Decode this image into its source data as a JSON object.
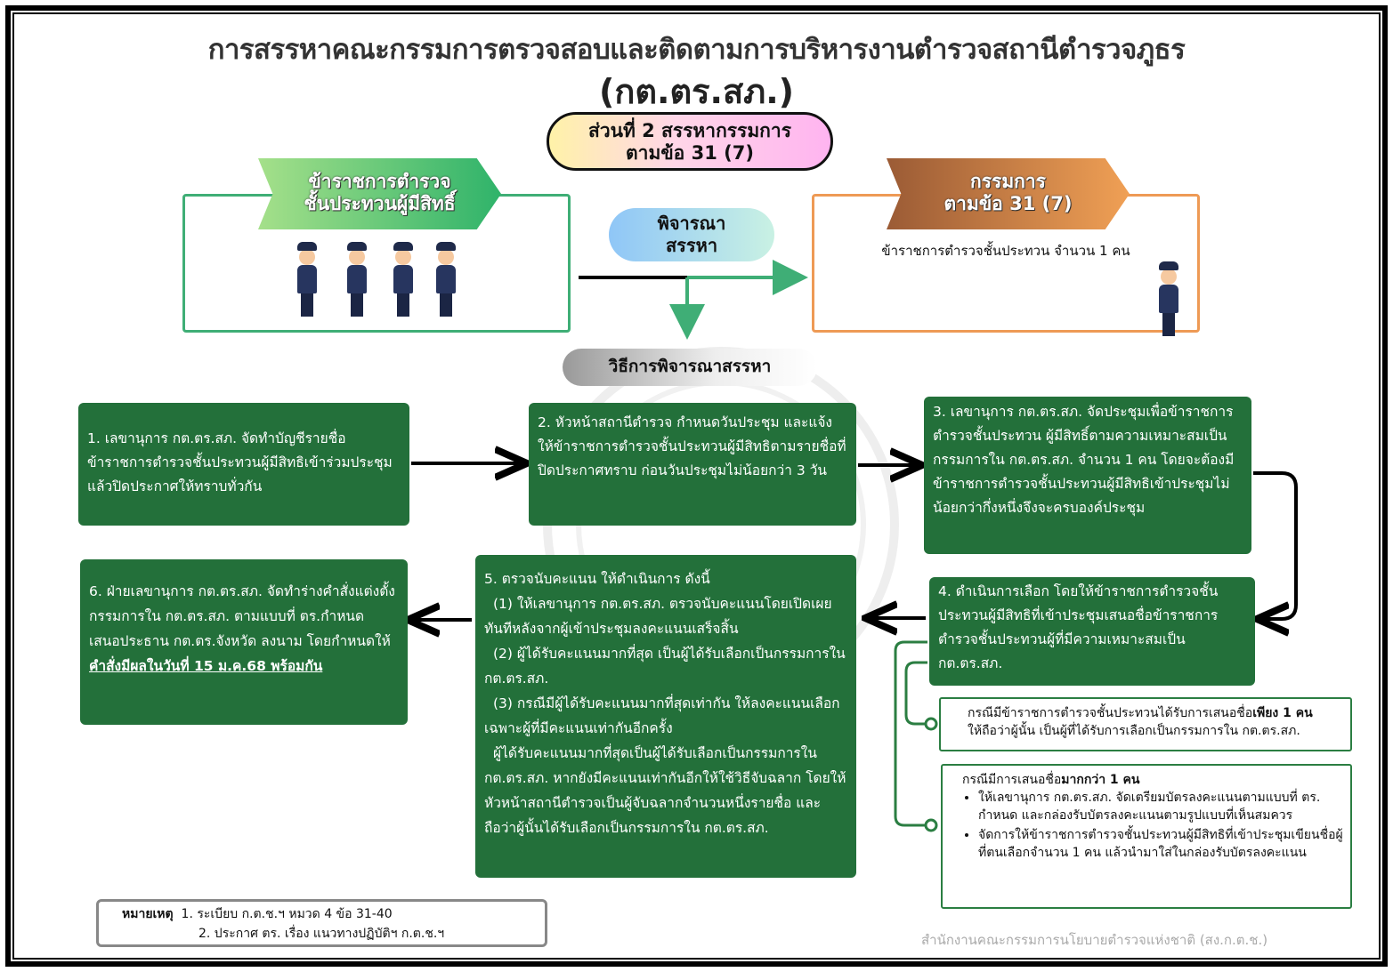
{
  "title": {
    "line1": "การสรรหาคณะกรรมการตรวจสอบและติดตามการบริหารงานตำรวจสถานีตำรวจภูธร",
    "line2": "(กต.ตร.สภ.)"
  },
  "part": {
    "line1": "ส่วนที่ 2 สรรหากรรมการ",
    "line2": "ตามข้อ 31 (7)"
  },
  "left_ribbon": {
    "line1": "ข้าราชการตำรวจ",
    "line2": "ชั้นประทวนผู้มีสิทธิ์"
  },
  "right_ribbon": {
    "line1": "กรรมการ",
    "line2": "ตามข้อ 31 (7)"
  },
  "right_box_text": "ข้าราชการตำรวจชั้นประทวน จำนวน 1 คน",
  "consider": {
    "line1": "พิจารณา",
    "line2": "สรรหา"
  },
  "method_title": "วิธีการพิจารณาสรรหา",
  "step1": "1. เลขานุการ กต.ตร.สภ. จัดทำบัญชีรายชื่อข้าราชการตำรวจชั้นประทวนผู้มีสิทธิเข้าร่วมประชุม แล้วปิดประกาศให้ทราบทั่วกัน",
  "step2": "2. หัวหน้าสถานีตำรวจ กำหนดวันประชุม และแจ้งให้ข้าราชการตำรวจชั้นประทวนผู้มีสิทธิตามรายชื่อที่ปิดประกาศทราบ ก่อนวันประชุมไม่น้อยกว่า 3 วัน",
  "step3": "3. เลขานุการ กต.ตร.สภ. จัดประชุมเพื่อข้าราชการตำรวจชั้นประทวน ผู้มีสิทธิ์ตามความเหมาะสมเป็นกรรมการใน กต.ตร.สภ. จำนวน 1 คน โดยจะต้องมีข้าราชการตำรวจชั้นประทวนผู้มีสิทธิเข้าประชุมไม่น้อยกว่ากึ่งหนึ่งจึงจะครบองค์ประชุม",
  "step4": "4. ดำเนินการเลือก โดยให้ข้าราชการตำรวจชั้นประทวนผู้มีสิทธิที่เข้าประชุมเสนอชื่อข้าราชการตำรวจชั้นประทวนผู้ที่มีความเหมาะสมเป็น กต.ตร.สภ.",
  "step5": {
    "head": "5. ตรวจนับคะแนน ให้ดำเนินการ ดังนี้",
    "p1": "(1) ให้เลขานุการ กต.ตร.สภ. ตรวจนับคะแนนโดยเปิดเผยทันทีหลังจากผู้เข้าประชุมลงคะแนนเสร็จสิ้น",
    "p2": "(2) ผู้ได้รับคะแนนมากที่สุด เป็นผู้ได้รับเลือกเป็นกรรมการใน กต.ตร.สภ.",
    "p3": "(3) กรณีมีผู้ได้รับคะแนนมากที่สุดเท่ากัน ให้ลงคะแนนเลือกเฉพาะผู้ที่มีคะแนนเท่ากันอีกครั้ง",
    "p4": "ผู้ได้รับคะแนนมากที่สุดเป็นผู้ได้รับเลือกเป็นกรรมการใน กต.ตร.สภ. หากยังมีคะแนนเท่ากันอีกให้ใช้วิธีจับฉลาก โดยให้หัวหน้าสถานีตำรวจเป็นผู้จับฉลากจำนวนหนึ่งรายชื่อ และถือว่าผู้นั้นได้รับเลือกเป็นกรรมการใน กต.ตร.สภ."
  },
  "step6": {
    "text": "6. ฝ่ายเลขานุการ กต.ตร.สภ. จัดทำร่างคำสั่งแต่งตั้งกรรมการใน กต.ตร.สภ. ตามแบบที่ ตร.กำหนด เสนอประธาน กต.ตร.จังหวัด ลงนาม โดยกำหนดให้",
    "emph": "คำสั่งมีผลในวันที่ 15 ม.ค.68 พร้อมกัน"
  },
  "case1": {
    "pre": "กรณีมีข้าราชการตำรวจชั้นประทวนได้รับการเสนอชื่อ",
    "bold": "เพียง 1 คน",
    "rest": "ให้ถือว่าผู้นั้น เป็นผู้ที่ได้รับการเลือกเป็นกรรมการใน กต.ตร.สภ."
  },
  "case2": {
    "pre": "กรณีมีการเสนอชื่อ",
    "bold": "มากกว่า 1 คน",
    "b1": "ให้เลขานุการ กต.ตร.สภ. จัดเตรียมบัตรลงคะแนนตามแบบที่ ตร. กำหนด และกล่องรับบัตรลงคะแนนตามรูปแบบที่เห็นสมควร",
    "b2": "จัดการให้ข้าราชการตำรวจชั้นประทวนผู้มีสิทธิที่เข้าประชุมเขียนชื่อผู้ที่ตนเลือกจำนวน 1 คน แล้วนำมาใส่ในกล่องรับบัตรลงคะแนน"
  },
  "note": {
    "label": "หมายเหตุ",
    "n1": "1. ระเบียบ ก.ต.ช.ฯ หมวด 4 ข้อ 31-40",
    "n2": "2. ประกาศ ตร. เรื่อง แนวทางปฏิบัติฯ ก.ต.ช.ฯ"
  },
  "footer": "สำนักงานคณะกรรมการนโยบายตำรวจแห่งชาติ (สง.ก.ต.ช.)",
  "colors": {
    "green_box": "#23703a",
    "green_line": "#3fae76",
    "orange_line": "#ee9a55"
  },
  "icons": [
    "police-officer-icon",
    "arrow-right-icon",
    "arrow-down-icon",
    "arrow-left-icon"
  ]
}
